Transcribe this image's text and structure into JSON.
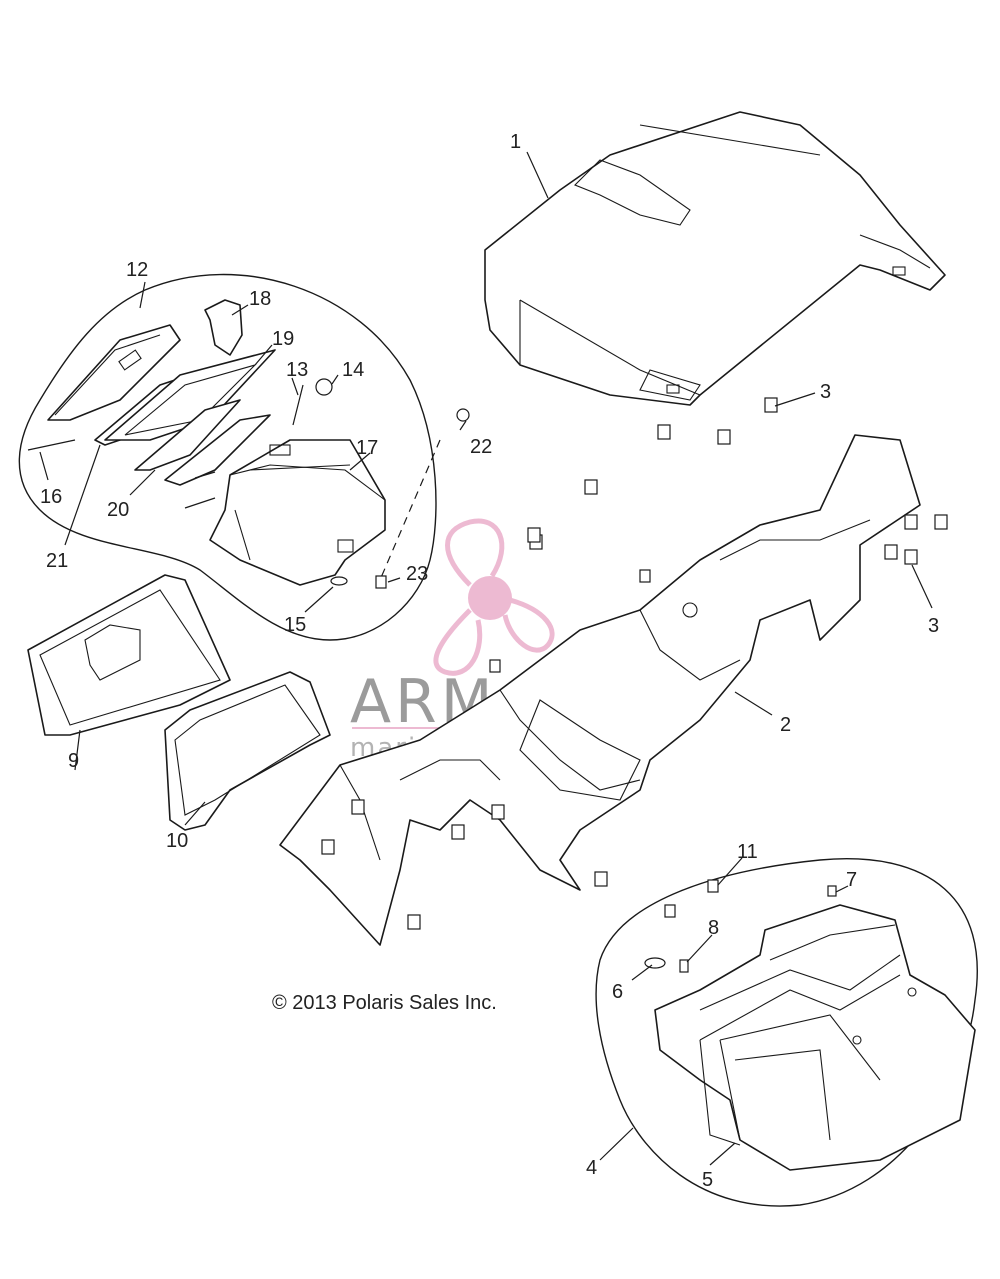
{
  "callouts": [
    {
      "id": "c1",
      "text": "1"
    },
    {
      "id": "c2",
      "text": "2"
    },
    {
      "id": "c3a",
      "text": "3"
    },
    {
      "id": "c3b",
      "text": "3"
    },
    {
      "id": "c4",
      "text": "4"
    },
    {
      "id": "c5",
      "text": "5"
    },
    {
      "id": "c6",
      "text": "6"
    },
    {
      "id": "c7",
      "text": "7"
    },
    {
      "id": "c8",
      "text": "8"
    },
    {
      "id": "c9",
      "text": "9"
    },
    {
      "id": "c10",
      "text": "10"
    },
    {
      "id": "c11",
      "text": "11"
    },
    {
      "id": "c12",
      "text": "12"
    },
    {
      "id": "c13",
      "text": "13"
    },
    {
      "id": "c14",
      "text": "14"
    },
    {
      "id": "c15",
      "text": "15"
    },
    {
      "id": "c16",
      "text": "16"
    },
    {
      "id": "c17",
      "text": "17"
    },
    {
      "id": "c18",
      "text": "18"
    },
    {
      "id": "c19",
      "text": "19"
    },
    {
      "id": "c20",
      "text": "20"
    },
    {
      "id": "c21",
      "text": "21"
    },
    {
      "id": "c22",
      "text": "22"
    },
    {
      "id": "c23",
      "text": "23"
    }
  ],
  "copyright": "© 2013 Polaris Sales Inc.",
  "watermark": {
    "title": "ARMADA",
    "subtitle": "marine outboards",
    "color": "#e8a4c4"
  }
}
